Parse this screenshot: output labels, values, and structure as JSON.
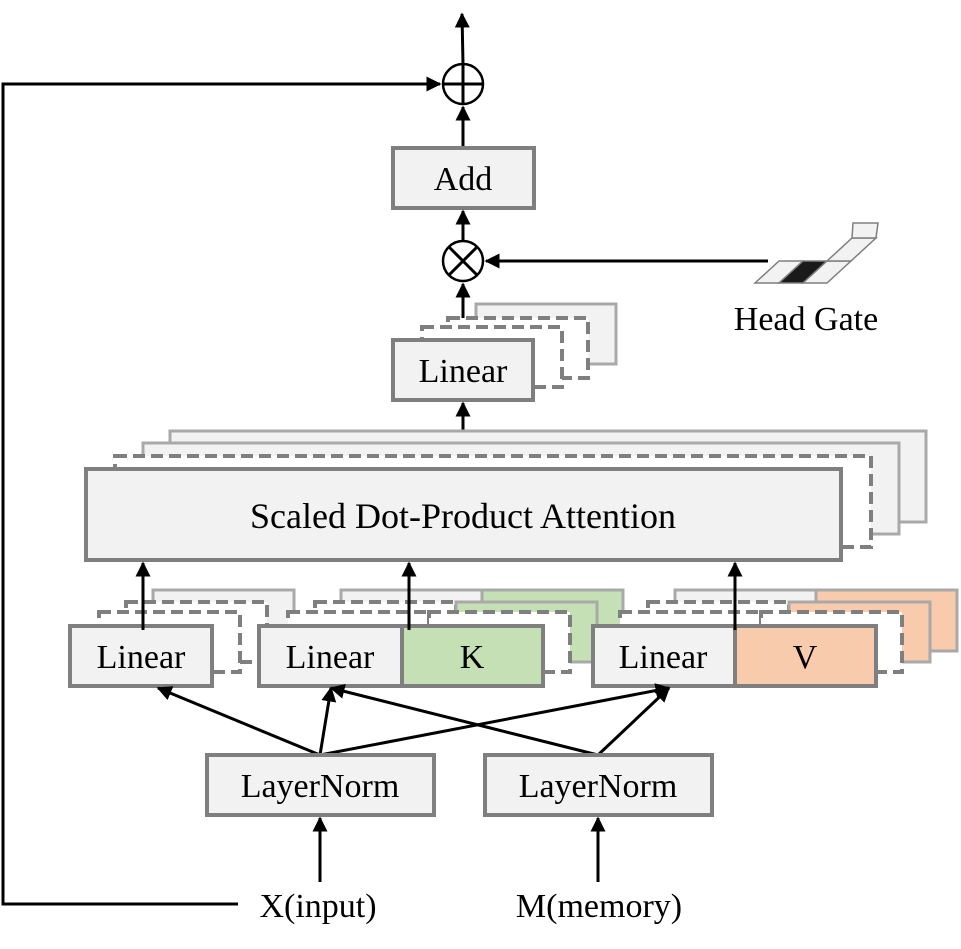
{
  "diagram": {
    "add_label": "Add",
    "linear_out_label": "Linear",
    "attention_label": "Scaled Dot-Product Attention",
    "linear_q_label": "Linear",
    "linear_k_label": "Linear",
    "k_label": "K",
    "linear_v_label": "Linear",
    "v_label": "V",
    "layernorm_x_label": "LayerNorm",
    "layernorm_m_label": "LayerNorm",
    "input_x_label": "X(input)",
    "input_m_label": "M(memory)",
    "head_gate_label": "Head Gate",
    "colors": {
      "box_fill": "#f2f2f2",
      "box_stroke": "#7f7f7f",
      "k_fill": "#c5e0b4",
      "v_fill": "#f8cbad",
      "gate_dark": "#1a1a1a"
    }
  }
}
